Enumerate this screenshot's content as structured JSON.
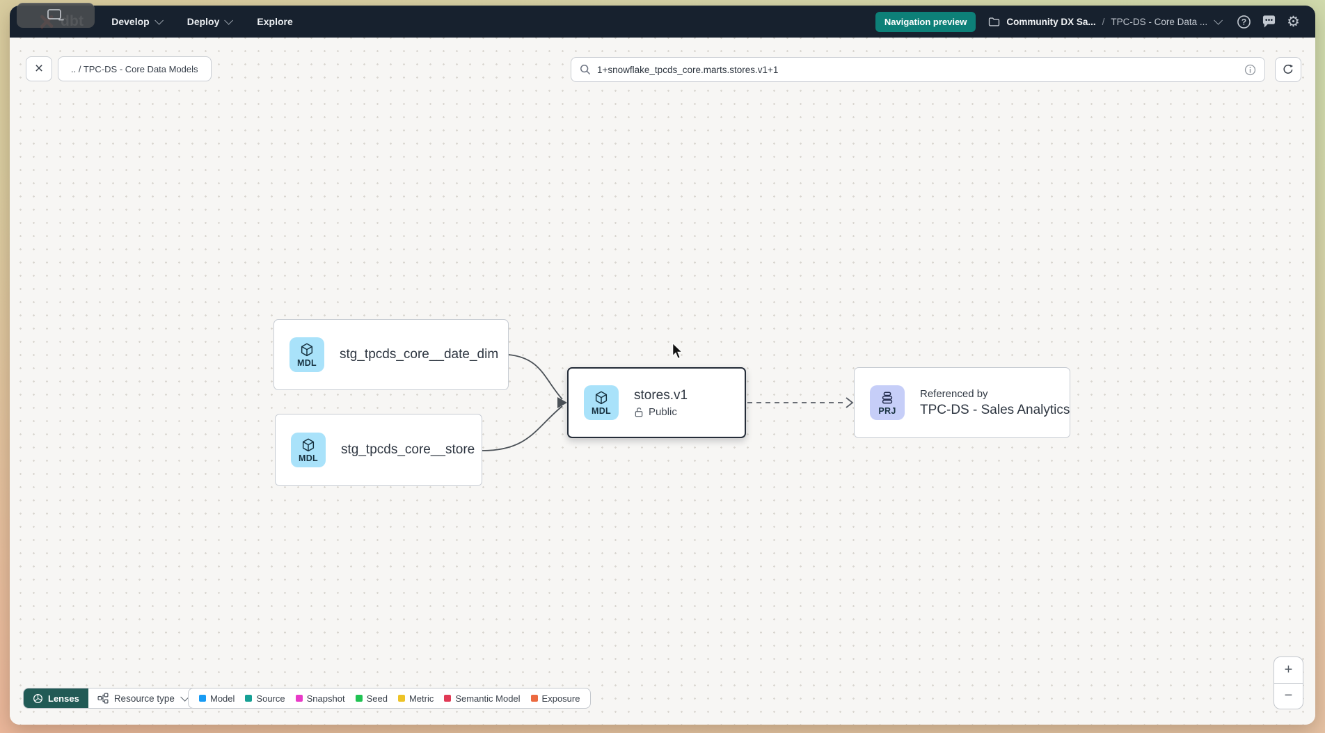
{
  "navbar": {
    "logo_text": "dbt",
    "menu": [
      {
        "label": "Develop",
        "has_chevron": true
      },
      {
        "label": "Deploy",
        "has_chevron": true
      },
      {
        "label": "Explore",
        "has_chevron": false
      }
    ],
    "preview_badge": "Navigation preview",
    "preview_badge_color": "#0d8078",
    "breadcrumb": {
      "account": "Community DX Sa...",
      "separator": "/",
      "project": "TPC-DS - Core Data ..."
    }
  },
  "toolbar": {
    "breadcrumb_chip": ".. / TPC-DS - Core Data Models",
    "close_glyph": "×",
    "search_value": "1+snowflake_tpcds_core.marts.stores.v1+1"
  },
  "graph": {
    "nodes": [
      {
        "badge": "MDL",
        "badge_color": "#a9e2fa",
        "label": "stg_tpcds_core__date_dim"
      },
      {
        "badge": "MDL",
        "badge_color": "#a9e2fa",
        "label": "stg_tpcds_core__store"
      },
      {
        "badge": "MDL",
        "badge_color": "#a9e2fa",
        "label": "stores.v1",
        "sublabel": "Public",
        "selected": true
      },
      {
        "badge": "PRJ",
        "badge_color": "#c6cef8",
        "label": "TPC-DS - Sales Analytics",
        "sublabel": "Referenced by"
      }
    ]
  },
  "footer": {
    "lenses_label": "Lenses",
    "lenses_color": "#215a55",
    "resource_type_label": "Resource type",
    "legend": [
      {
        "label": "Model",
        "color": "#189bf4"
      },
      {
        "label": "Source",
        "color": "#16a095"
      },
      {
        "label": "Snapshot",
        "color": "#e93ac8"
      },
      {
        "label": "Seed",
        "color": "#20c353"
      },
      {
        "label": "Metric",
        "color": "#edc327"
      },
      {
        "label": "Semantic Model",
        "color": "#e13a56"
      },
      {
        "label": "Exposure",
        "color": "#ec6a40"
      }
    ]
  },
  "zoom_controls": {
    "zoom_in": "+",
    "zoom_out": "−"
  }
}
